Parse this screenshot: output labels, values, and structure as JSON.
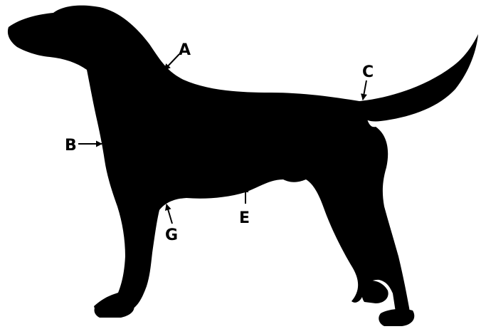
{
  "diagram": {
    "subject_icon": "dog-silhouette-icon",
    "silhouette_color": "#000000",
    "background_color": "#ffffff",
    "callouts": [
      {
        "letter": "A"
      },
      {
        "letter": "B"
      },
      {
        "letter": "C"
      },
      {
        "letter": "E"
      },
      {
        "letter": "G"
      }
    ]
  }
}
